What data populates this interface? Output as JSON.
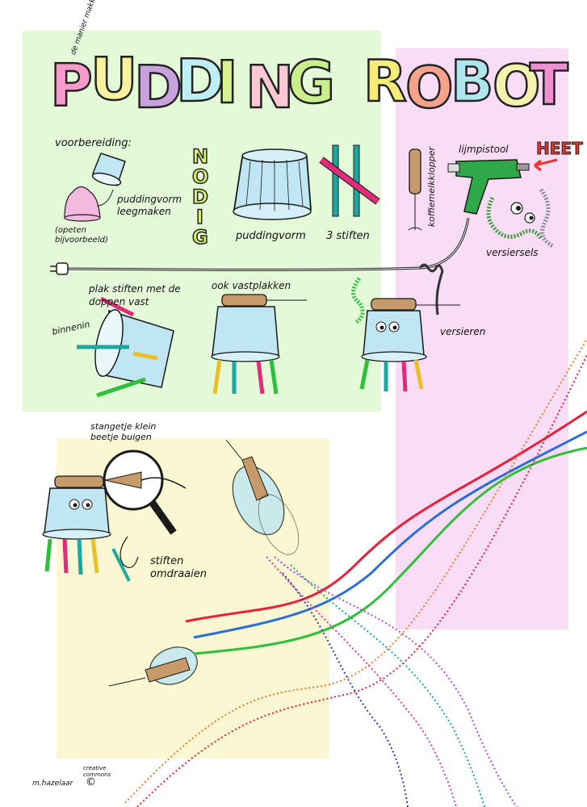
{
  "title": "PUDDING ROBOT",
  "title_letters": [
    {
      "ch": "P",
      "color": "#f59ac9"
    },
    {
      "ch": "U",
      "color": "#f8f2a0"
    },
    {
      "ch": "D",
      "color": "#c8a2dd"
    },
    {
      "ch": "D",
      "color": "#bfeff5"
    },
    {
      "ch": "I",
      "color": "#d9f28f"
    },
    {
      "ch": "N",
      "color": "#f9c8d4"
    },
    {
      "ch": "G",
      "color": "#c9ee8c"
    },
    {
      "ch": "R",
      "color": "#f6ec78"
    },
    {
      "ch": "O",
      "color": "#f7a28a"
    },
    {
      "ch": "B",
      "color": "#aee6ee"
    },
    {
      "ch": "O",
      "color": "#f5f2b0"
    },
    {
      "ch": "T",
      "color": "#f08fd2"
    }
  ],
  "title_side_note": [
    "de",
    "manier",
    "makkelijk",
    "maken"
  ],
  "labels": {
    "voorbereiding": "voorbereiding:",
    "puddingvorm_leegmaken": "puddingvorm leegmaken",
    "opeten": "(opeten bijvoorbeeld)",
    "nodig": [
      "N",
      "O",
      "D",
      "I",
      "G"
    ],
    "puddingvorm": "puddingvorm",
    "stiften": "3 stiften",
    "koffiemelkklopper": "koffiemelkklopper",
    "lijmpistool": "lijmpistool",
    "heet": "HEET",
    "versiersels": "versiersels",
    "plak_stiften": "plak stiften met de doppen vast",
    "binnenin": "binnenin",
    "ook_vastplakken": "ook vastplakken",
    "versieren": "versieren",
    "stangetje": "stangetje klein beetje buigen",
    "stiften_omdraaien": "stiften omdraaien",
    "author": "m.hazelaar",
    "license": "creative commons",
    "copyright_symbol": "©"
  },
  "colors": {
    "green_panel": "#e3f9d8",
    "pink_panel": "#f9dcf6",
    "yellow_panel": "#fbf7d2",
    "cup_blue": "#bfe6f2",
    "outline": "#1a1a1a",
    "wave_red": "#e8203a",
    "wave_blue": "#2a6fd8",
    "wave_green": "#2fbf3a",
    "wave_orange": "#f07a2a",
    "wave_purple": "#b04ad8",
    "wave_teal": "#1aa88a",
    "gun_green": "#2fa84a",
    "pen_pink": "#e02a7a",
    "pen_teal": "#1aa8a0"
  }
}
